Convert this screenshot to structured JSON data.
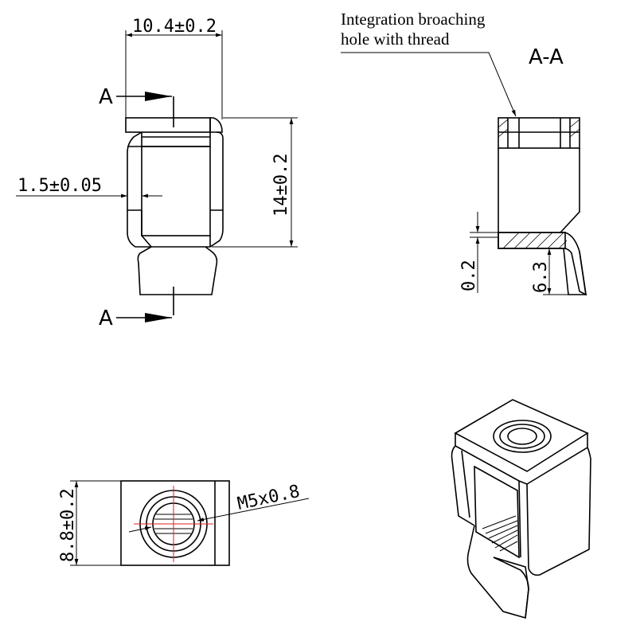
{
  "front_view": {
    "width_dim": "10.4±0.2",
    "height_dim": "14±0.2",
    "wall_dim": "1.5±0.05",
    "section_label_top": "A",
    "section_label_bottom": "A"
  },
  "section_view": {
    "title": "A-A",
    "note_line1": "Integration broaching",
    "note_line2": "hole with thread",
    "gap_dim": "0.2",
    "tab_dim": "6.3"
  },
  "top_view": {
    "depth_dim": "8.8±0.2",
    "thread_dim": "M5x0.8"
  },
  "iso_view": {}
}
